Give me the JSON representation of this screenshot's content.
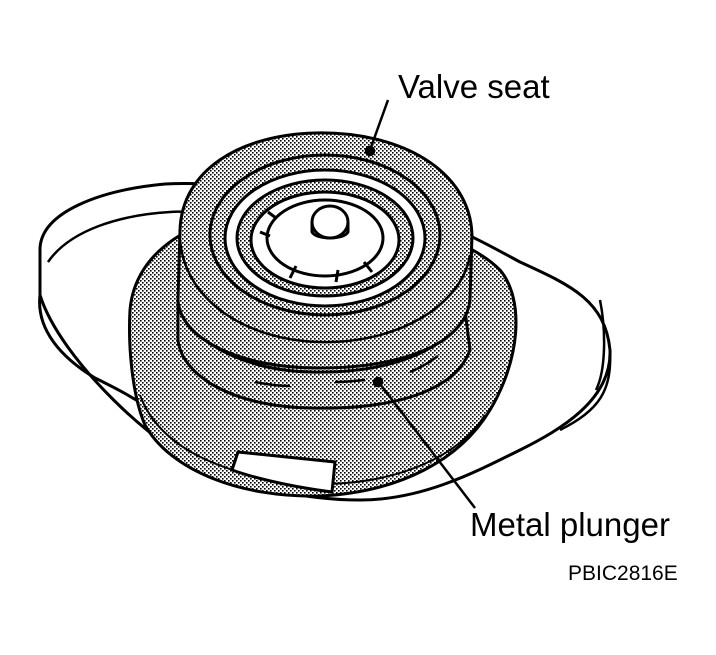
{
  "diagram": {
    "labels": {
      "valve_seat": "Valve seat",
      "metal_plunger": "Metal plunger"
    },
    "figure_code": "PBIC2816E",
    "colors": {
      "ink": "#000000",
      "paper": "#ffffff",
      "stipple": "#9a9a9a"
    }
  }
}
